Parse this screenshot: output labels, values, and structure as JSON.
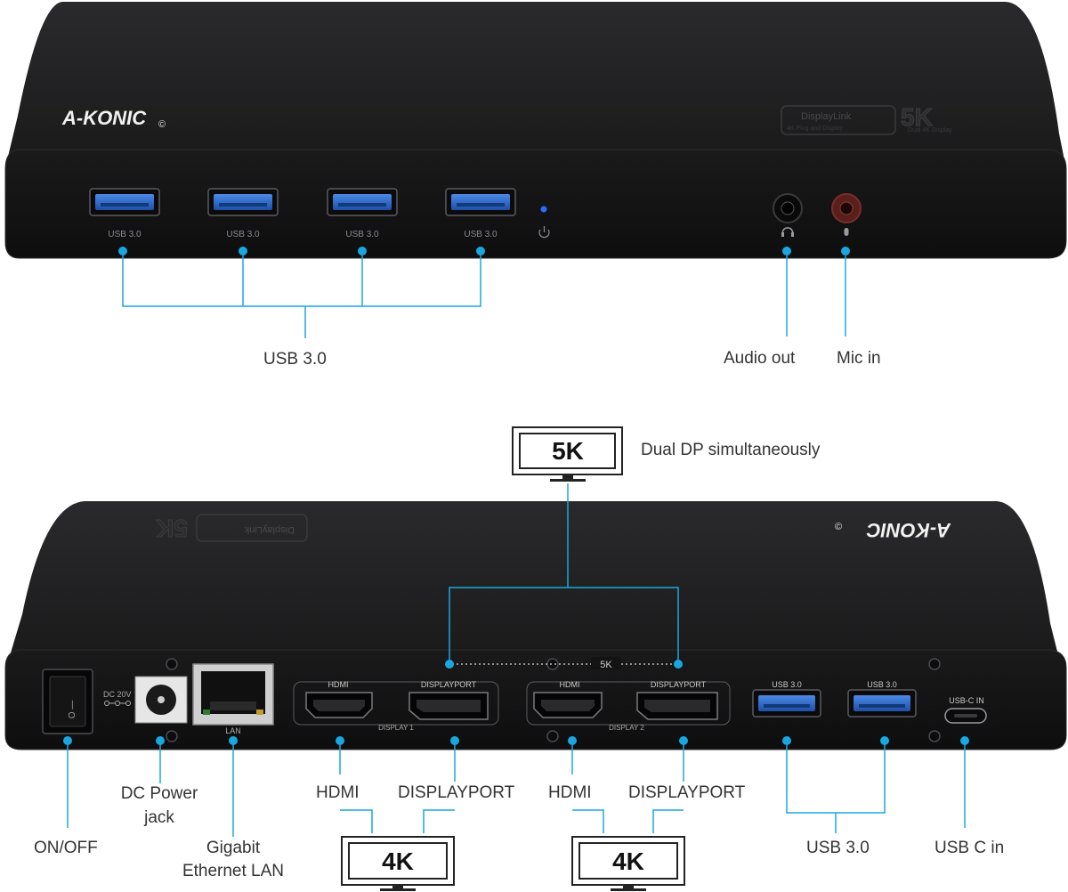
{
  "brand": {
    "logo_text": "A-KONIC",
    "logo_mark": "©",
    "badge_text": "DisplayLink",
    "badge_subtitle": "4K Plug and Display",
    "resolution_text": "5K",
    "resolution_subtitle": "Dual 4K Display"
  },
  "front_panel": {
    "usb_port_labels": [
      "USB 3.0",
      "USB 3.0",
      "USB 3.0",
      "USB 3.0"
    ],
    "power_icon": "power-icon",
    "headphone_icon": "headphone-icon",
    "mic_icon": "mic-icon"
  },
  "front_callouts": {
    "usb": "USB 3.0",
    "audio_out": "Audio out",
    "mic_in": "Mic in"
  },
  "monitor_5k": {
    "screen_text": "5K",
    "caption": "Dual DP simultaneously"
  },
  "rear_panel": {
    "dc_label": "DC 20V",
    "lan_label": "LAN",
    "hdmi_label_1": "HDMI",
    "displayport_label_1": "DISPLAYPORT",
    "display1_label": "DISPLAY 1",
    "hdmi_label_2": "HDMI",
    "displayport_label_2": "DISPLAYPORT",
    "display2_label": "DISPLAY 2",
    "dp_link_label": "5K",
    "usb_label_1": "USB 3.0",
    "usb_label_2": "USB 3.0",
    "usbc_label": "USB-C IN",
    "switch_mark": "O  —"
  },
  "rear_callouts": {
    "on_off": "ON/OFF",
    "dc_power_line1": "DC Power",
    "dc_power_line2": "jack",
    "lan_line1": "Gigabit",
    "lan_line2": "Ethernet LAN",
    "hdmi_1": "HDMI",
    "displayport_1": "DISPLAYPORT",
    "hdmi_2": "HDMI",
    "displayport_2": "DISPLAYPORT",
    "usb": "USB 3.0",
    "usb_c": "USB C in"
  },
  "monitors_4k": [
    "4K",
    "4K"
  ],
  "colors": {
    "accent": "#1aa7e0",
    "device_body": "#1b1b1c",
    "device_face": "#111112",
    "usb_blue": "#2f6fd0"
  }
}
